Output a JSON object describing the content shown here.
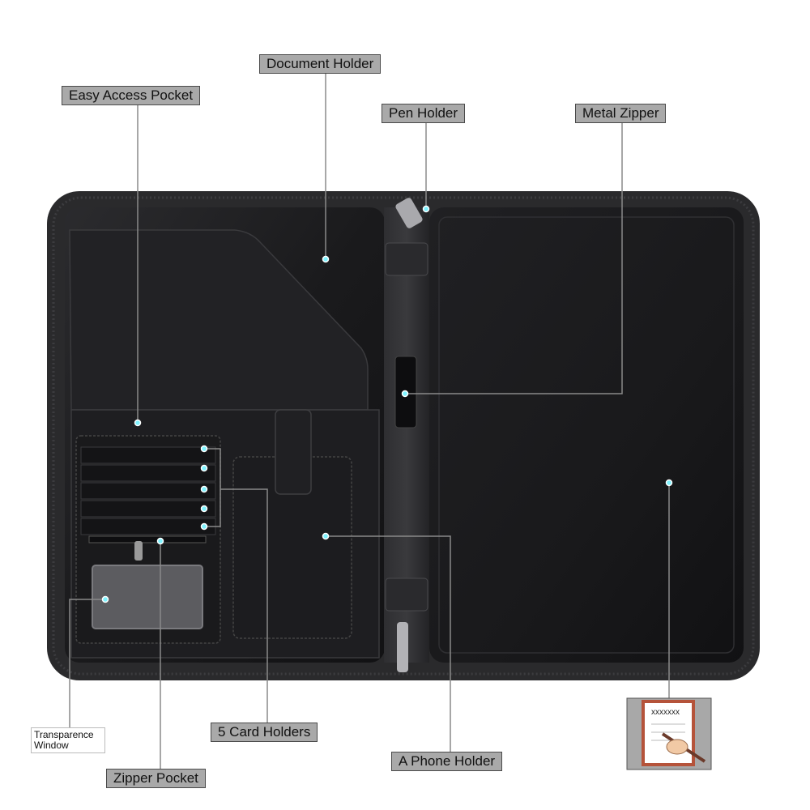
{
  "labels": {
    "document_holder": "Document Holder",
    "easy_access_pocket": "Easy Access Pocket",
    "pen_holder": "Pen Holder",
    "metal_zipper": "Metal Zipper",
    "transparence_window_line1": "Transparence",
    "transparence_window_line2": "Window",
    "five_card_holders": "5 Card Holders",
    "a_phone_holder": "A Phone Holder",
    "zipper_pocket": "Zipper Pocket"
  },
  "notepad_icon": {
    "icon": "notepad-writing-hand-icon",
    "text": "xxxxxxx"
  },
  "colors": {
    "label_background": "#a9a9a9",
    "callout_line": "#8a8a8a",
    "callout_dot": "#7ff3ff",
    "leather": "#1c1c1e",
    "zipper_tape": "#2a2a2c",
    "notepad_border": "#b5533a"
  }
}
